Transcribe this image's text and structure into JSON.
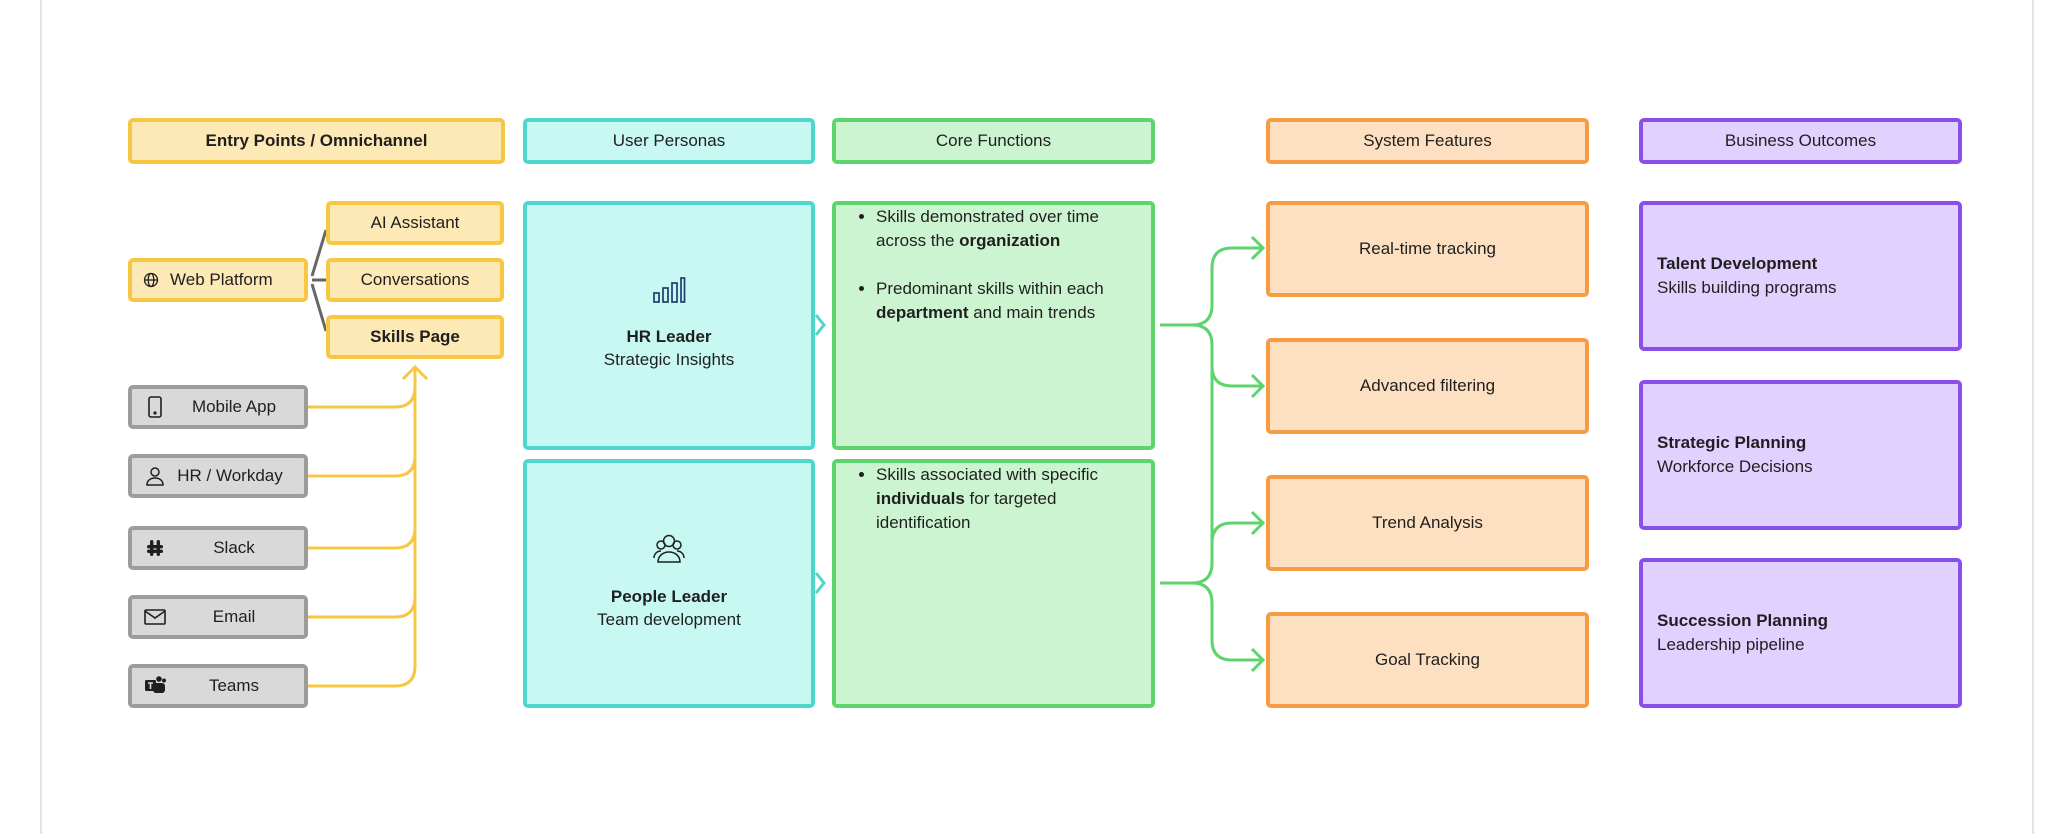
{
  "headers": {
    "entry": "Entry Points / Omnichannel",
    "personas": "User Personas",
    "functions": "Core Functions",
    "features": "System Features",
    "outcomes": "Business Outcomes"
  },
  "web": {
    "platform": "Web Platform",
    "items": [
      "AI Assistant",
      "Conversations",
      "Skills Page"
    ]
  },
  "sources": [
    "Mobile App",
    "HR / Workday",
    "Slack",
    "Email",
    "Teams"
  ],
  "personas": [
    {
      "title": "HR Leader",
      "subtitle": "Strategic Insights",
      "icon": "bar-chart-icon"
    },
    {
      "title": "People Leader",
      "subtitle": "Team development",
      "icon": "people-icon"
    }
  ],
  "functions": {
    "hr": [
      {
        "a": "Skills demonstrated over time across the ",
        "b": "organization",
        "c": ""
      },
      {
        "a": "Predominant skills within each ",
        "b": "department",
        "c": " and main trends"
      }
    ],
    "people": [
      {
        "a": "Skills associated with specific ",
        "b": "individuals",
        "c": " for targeted identification"
      }
    ]
  },
  "features": [
    "Real-time tracking",
    "Advanced filtering",
    "Trend Analysis",
    "Goal Tracking"
  ],
  "outcomes": [
    {
      "title": "Talent Development",
      "subtitle": "Skills building programs"
    },
    {
      "title": "Strategic Planning",
      "subtitle": "Workforce Decisions"
    },
    {
      "title": "Succession Planning",
      "subtitle": "Leadership pipeline"
    }
  ],
  "colors": {
    "yellow": "#f7c744",
    "cyan": "#4fd6cd",
    "green": "#5ed46c",
    "orange": "#f59c44",
    "purple": "#8a4fe8",
    "gray": "#9c9c9c"
  }
}
